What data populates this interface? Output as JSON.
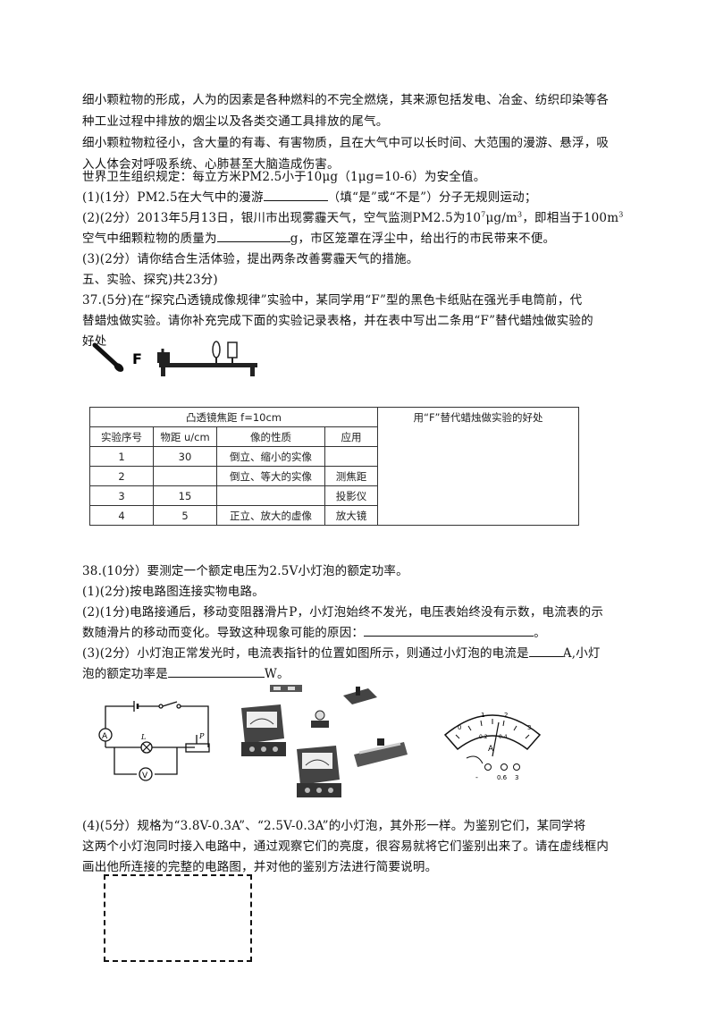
{
  "paragraphs": {
    "p1a": "细小颗粒物的形成，人为的因素是各种燃料的不完全燃烧，其来源包括发电、冶金、纺织印染等各",
    "p1b": "种工业过程中排放的烟尘以及各类交通工具排放的尾气。",
    "p2a": "细小颗粒物粒径小，含大量的有毒、有害物质，且在大气中可以长时间、大范围的漫游、悬浮，吸",
    "p2b": "入人体会对呼吸系统、心肺甚至大脑造成伤害。",
    "p3": "世界卫生组织规定：每立方米PM2.5小于10μg（1μg=10-6）为安全值。",
    "q1_pre": "(1)(1分）PM2.5在大气中的漫游",
    "q1_post": "（填“是”或“不是”）分子无规则运动；",
    "q2a_pre": "(2)(2分）2013年5月13日，银川市出现雾霾天气，空气监测PM2.5为10",
    "q2a_sup": "7",
    "q2a_mid": "μg/m",
    "q2a_sup2": "3",
    "q2a_post": "，即相当于100m",
    "q2a_sup3": "3",
    "q2b_pre": "空气中细颗粒物的质量为",
    "q2b_post": "g，市区笼罩在浮尘中，给出行的市民带来不便。",
    "q3": "(3)(2分）请你结合生活体验，提出两条改善雾霾天气的措施。",
    "section5": "五、实验、探究)共23分)",
    "q37a": "37.(5分)在“探究凸透镜成像规律”实验中，某同学用“F”型的黑色卡纸贴在强光手电筒前，代",
    "q37b": "替蜡烛做实验。请你补充完成下面的实验记录表格，并在表中写出二条用“F”替代蜡烛做实验的",
    "q37c": "好处",
    "q38": "38.(10分）要测定一个额定电压为2.5V小灯泡的额定功率。",
    "q38_1": "(1)(2分)按电路图连接实物电路。",
    "q38_2a": "(2)(1分)电路接通后，移动变阻器滑片P，小灯泡始终不发光，电压表始终没有示数，电流表的示",
    "q38_2b_pre": "数随滑片的移动而变化。导致这种现象可能的原因：",
    "q38_2b_post": "。",
    "q38_3a_pre": "(3)(2分）小灯泡正常发光时，电流表指针的位置如图所示，则通过小灯泡的电流是",
    "q38_3a_post": "A,小灯",
    "q38_3b_pre": "泡的额定功率是",
    "q38_3b_post": "W。",
    "q38_4a": "(4)(5分）规格为“3.8V-0.3A”、“2.5V-0.3A”的小灯泡，其外形一样。为鉴别它们，某同学将",
    "q38_4b": "这两个小灯泡同时接入电路中，通过观察它们的亮度，很容易就将它们鉴别出来了。请在虚线框内",
    "q38_4c": "画出他所连接的完整的电路图，并对他的鉴别方法进行简要说明。"
  },
  "figure_labels": {
    "F": "F",
    "A": "A",
    "V": "V",
    "L": "L",
    "P": "P",
    "ammeter_A": "A",
    "scale_0": "0",
    "scale_1": "1",
    "scale_2": "2",
    "scale_3": "3",
    "scale_02": "0.2",
    "scale_04": "0.4",
    "term_06": "0.6",
    "term_3": "3",
    "term_minus": "-"
  },
  "table": {
    "header_left": "凸透镜焦距 f=10cm",
    "header_right": "用“F”替代蜡烛做实验的好处",
    "columns": [
      "实验序号",
      "物距 u/cm",
      "像的性质",
      "应用"
    ],
    "rows": [
      [
        "1",
        "30",
        "倒立、缩小的实像",
        ""
      ],
      [
        "2",
        "",
        "倒立、等大的实像",
        "测焦距"
      ],
      [
        "3",
        "15",
        "",
        "投影仪"
      ],
      [
        "4",
        "5",
        "正立、放大的虚像",
        "放大镜"
      ]
    ]
  }
}
